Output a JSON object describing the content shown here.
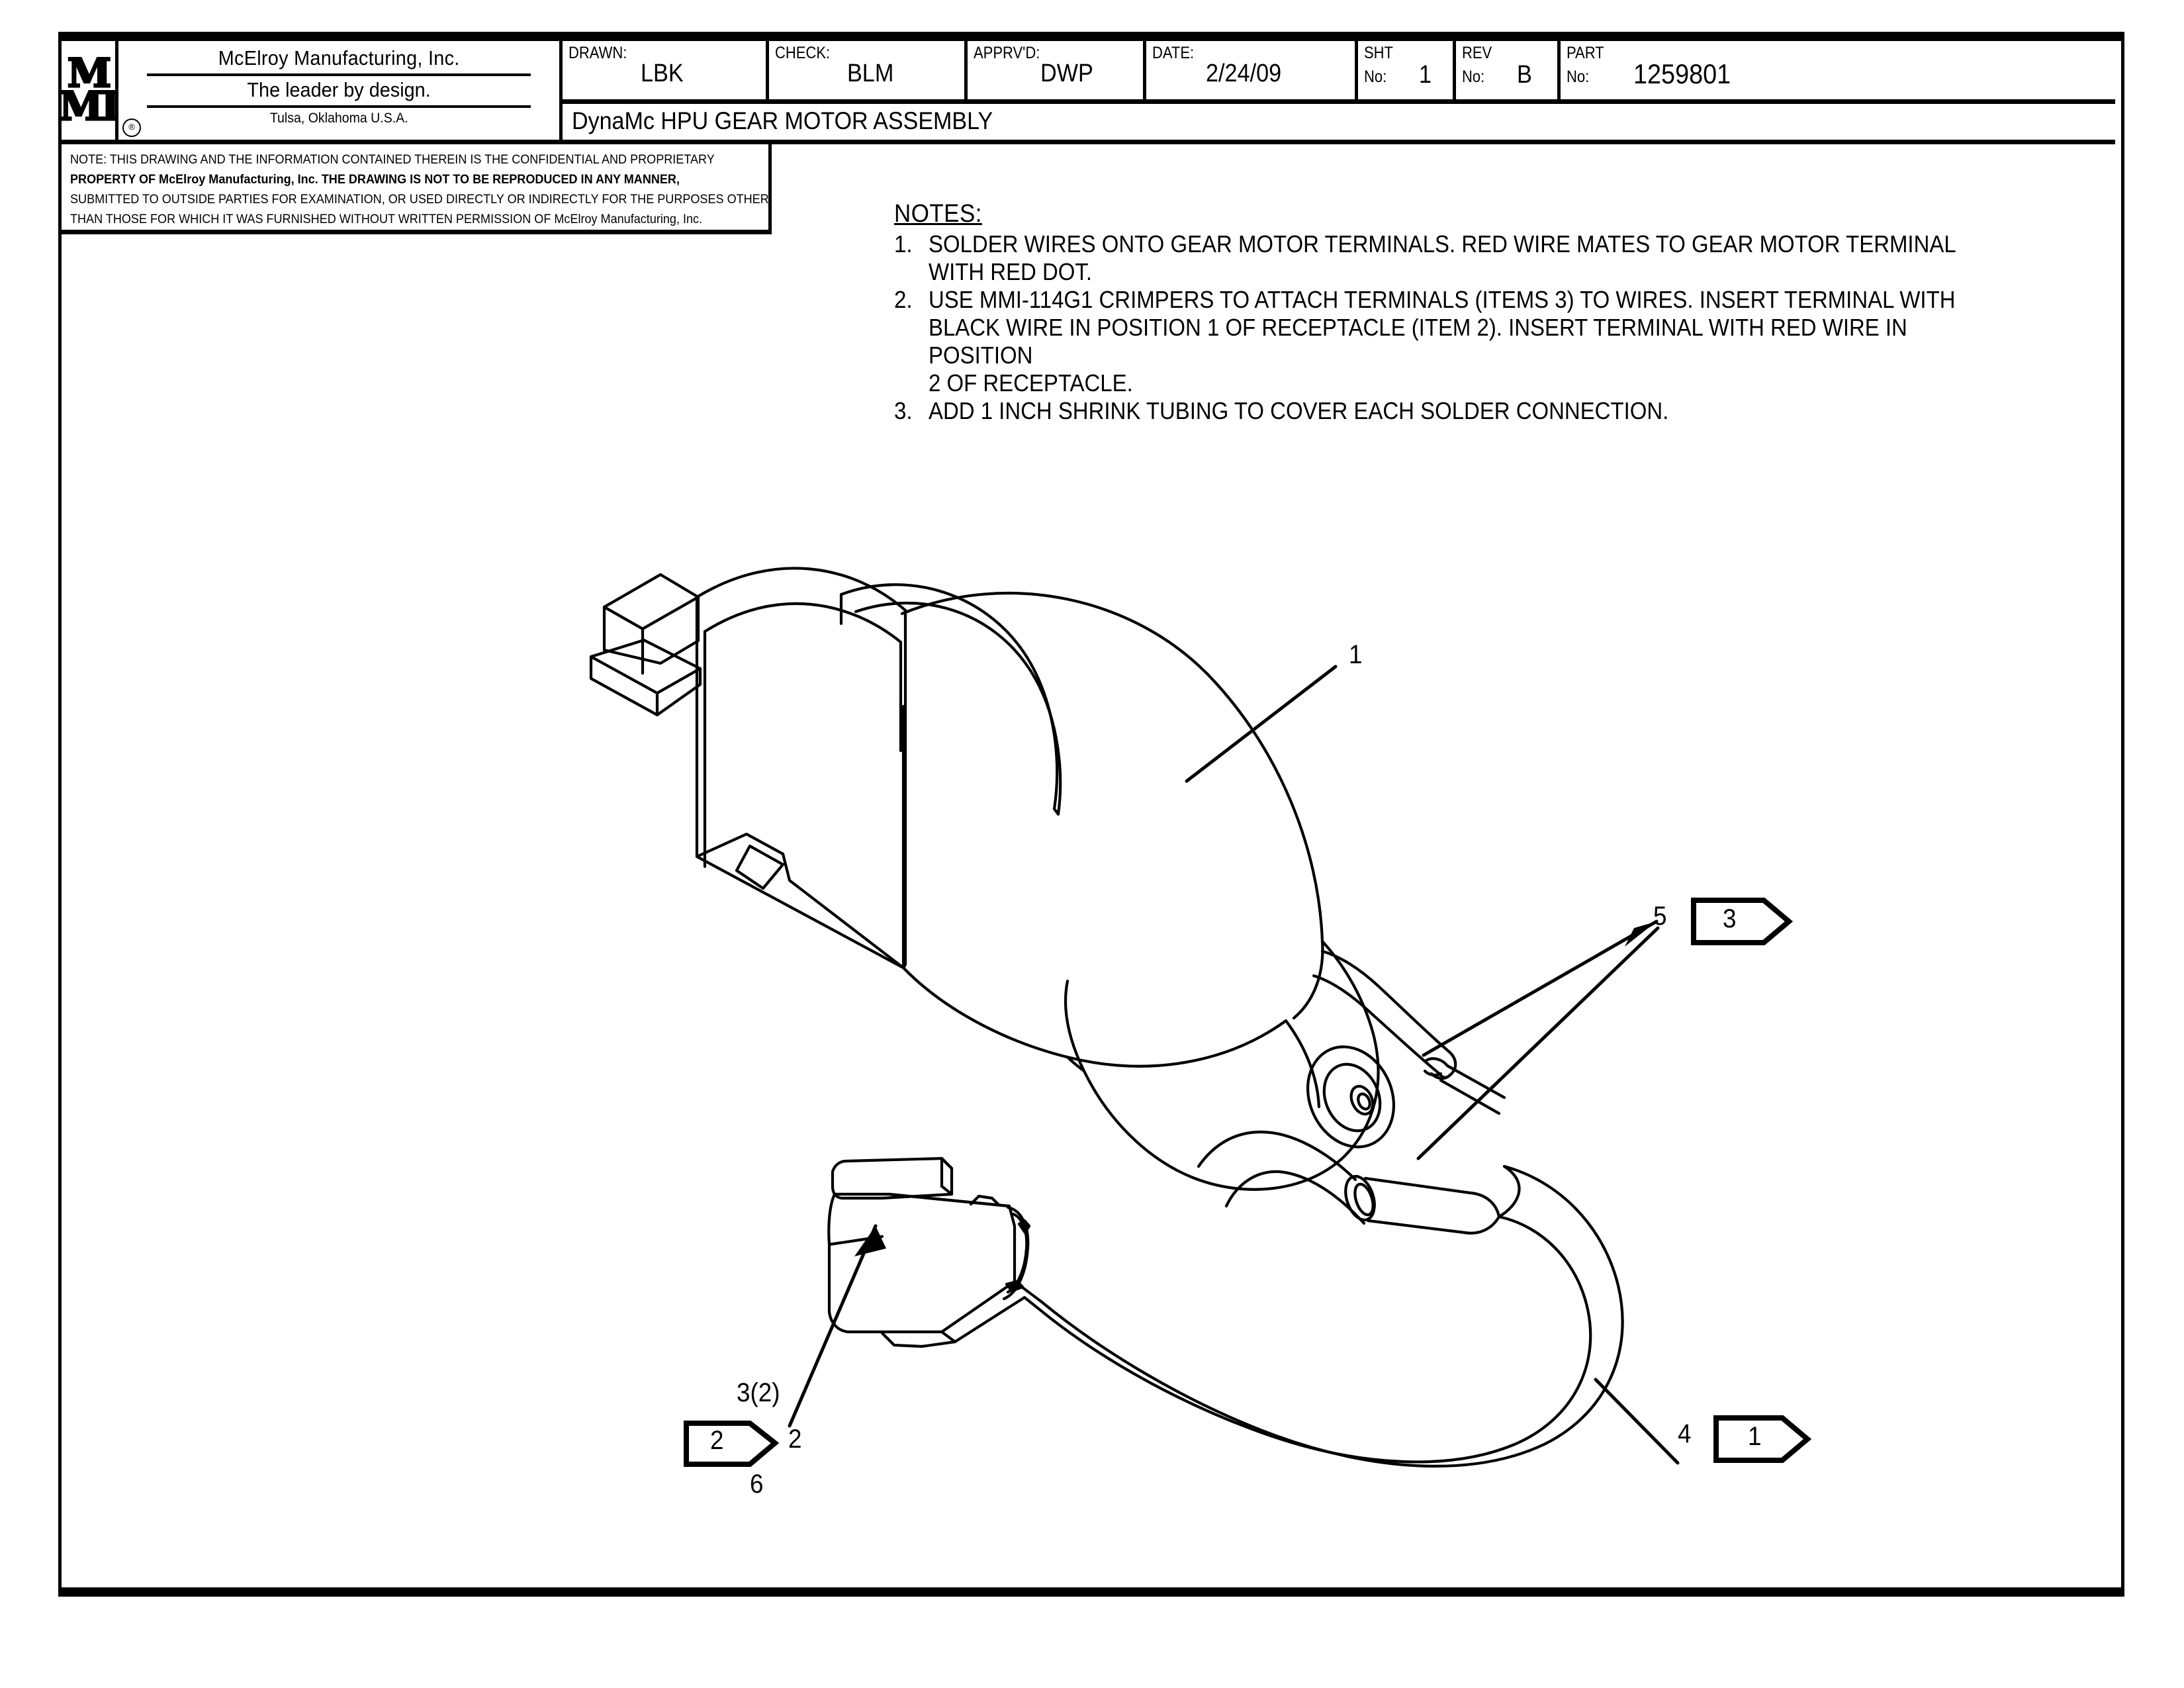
{
  "titleblock": {
    "logo": {
      "line1": "M",
      "line2": "MI",
      "reg": "®"
    },
    "company_name": "McElroy Manufacturing, Inc.",
    "company_slogan": "The leader by design.",
    "company_city": "Tulsa, Oklahoma U.S.A.",
    "fields": [
      {
        "label": "DRAWN:",
        "value": "LBK"
      },
      {
        "label": "CHECK:",
        "value": "BLM"
      },
      {
        "label": "APPRV'D:",
        "value": "DWP"
      },
      {
        "label": "DATE:",
        "value": "2/24/09"
      }
    ],
    "sht": {
      "label1": "SHT",
      "label2": "No:",
      "value": "1"
    },
    "rev": {
      "label1": "REV",
      "label2": "No:",
      "value": "B"
    },
    "part": {
      "label1": "PART",
      "label2": "No:",
      "value": "1259801"
    },
    "assembly_title": "DynaMc HPU GEAR MOTOR ASSEMBLY"
  },
  "proprietary_note": {
    "lines": [
      "NOTE: THIS DRAWING AND THE INFORMATION CONTAINED THEREIN IS THE CONFIDENTIAL AND PROPRIETARY",
      "PROPERTY OF McElroy Manufacturing, Inc. THE DRAWING IS NOT TO BE REPRODUCED IN ANY MANNER,",
      "SUBMITTED TO OUTSIDE PARTIES FOR EXAMINATION, OR USED DIRECTLY OR INDIRECTLY FOR THE PURPOSES OTHER",
      "THAN THOSE FOR WHICH IT WAS FURNISHED WITHOUT WRITTEN PERMISSION OF McElroy Manufacturing, Inc."
    ]
  },
  "notes": {
    "heading": "NOTES:",
    "items": [
      {
        "num": "1.",
        "text": "SOLDER WIRES ONTO GEAR MOTOR TERMINALS.  RED WIRE MATES TO GEAR MOTOR TERMINAL\nWITH RED DOT."
      },
      {
        "num": "2.",
        "text": "USE MMI-114G1 CRIMPERS TO ATTACH TERMINALS (ITEMS 3) TO WIRES.  INSERT TERMINAL WITH\nBLACK WIRE IN POSITION 1 OF RECEPTACLE (ITEM 2).  INSERT TERMINAL WITH RED WIRE IN POSITION\n2 OF RECEPTACLE."
      },
      {
        "num": "3.",
        "text": "ADD 1 INCH SHRINK TUBING TO COVER EACH SOLDER CONNECTION."
      }
    ]
  },
  "callouts": {
    "item1": "1",
    "item5": "5",
    "flag3": "3",
    "item4": "4",
    "flag1": "1",
    "flag2": "2",
    "stack_top": "3(2)",
    "stack_mid": "2",
    "stack_bot": "6"
  }
}
